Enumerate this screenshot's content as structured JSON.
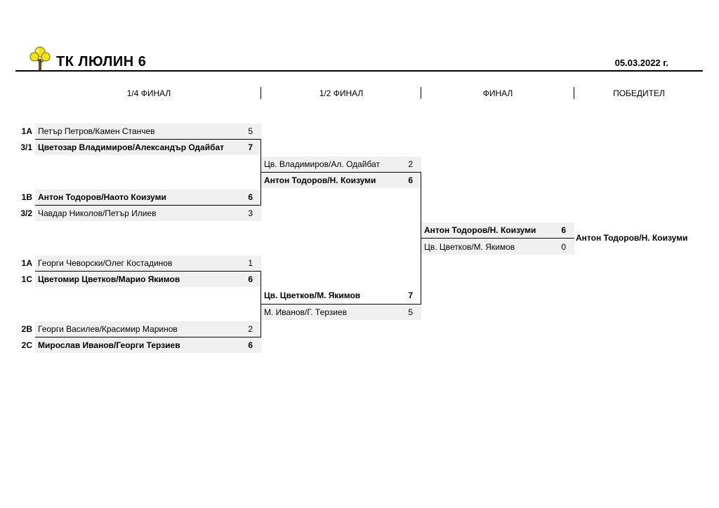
{
  "header": {
    "club_title": "ТК ЛЮЛИН 6",
    "date": "05.03.2022 г."
  },
  "rounds": {
    "quarter": "1/4 ФИНАЛ",
    "semi": "1/2 ФИНАЛ",
    "final": "ФИНАЛ",
    "winner": "ПОБЕДИТЕЛ"
  },
  "quarterfinals": [
    {
      "seed": "1A",
      "name": "Петър Петров/Камен Станчев",
      "score": "5"
    },
    {
      "seed": "3/1",
      "name": "Цветозар Владимиров/Александър Одайбат",
      "score": "7"
    },
    {
      "seed": "1B",
      "name": "Антон Тодоров/Наото Коизуми",
      "score": "6"
    },
    {
      "seed": "3/2",
      "name": "Чавдар Николов/Петър Илиев",
      "score": "3"
    },
    {
      "seed": "1A",
      "name": "Георги Чеворски/Олег Костадинов",
      "score": "1"
    },
    {
      "seed": "1C",
      "name": "Цветомир Цветков/Марио Якимов",
      "score": "6"
    },
    {
      "seed": "2B",
      "name": "Георги Василев/Красимир Маринов",
      "score": "2"
    },
    {
      "seed": "2C",
      "name": "Мирослав Иванов/Георги Терзиев",
      "score": "6"
    }
  ],
  "semifinals": [
    {
      "name": "Цв. Владимиров/Ал. Одайбат",
      "score": "2"
    },
    {
      "name": "Антон Тодоров/Н. Коизуми",
      "score": "6"
    },
    {
      "name": "Цв. Цветков/М. Якимов",
      "score": "7"
    },
    {
      "name": "М. Иванов/Г. Терзиев",
      "score": "5"
    }
  ],
  "final": [
    {
      "name": "Антон Тодоров/Н. Коизуми",
      "score": "6"
    },
    {
      "name": "Цв. Цветков/М. Якимов",
      "score": "0"
    }
  ],
  "champion": "Антон Тодоров/Н. Коизуми",
  "colors": {
    "cell_bg": "#f0f0f0",
    "logo_yellow": "#f2e21b",
    "logo_trunk": "#6b4a1e"
  }
}
